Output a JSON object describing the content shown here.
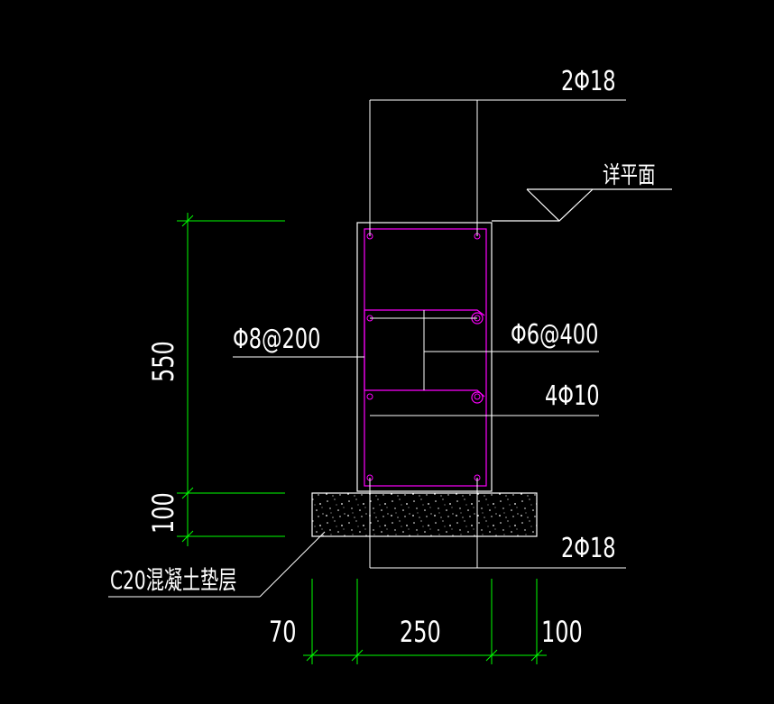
{
  "colors": {
    "background": "#000000",
    "line": "#ffffff",
    "dimension": "#00ff00",
    "stirrup": "#ff00ff"
  },
  "labels": {
    "top_bars": "2Φ18",
    "bottom_bars": "2Φ18",
    "level_ref": "详平面",
    "stirrup": "Φ8@200",
    "tie": "Φ6@400",
    "side_bars": "4Φ10",
    "cushion": "C20混凝土垫层"
  },
  "dimensions": {
    "height": "550",
    "cushion_thickness": "100",
    "left_offset": "70",
    "width": "250",
    "right_offset": "100"
  }
}
